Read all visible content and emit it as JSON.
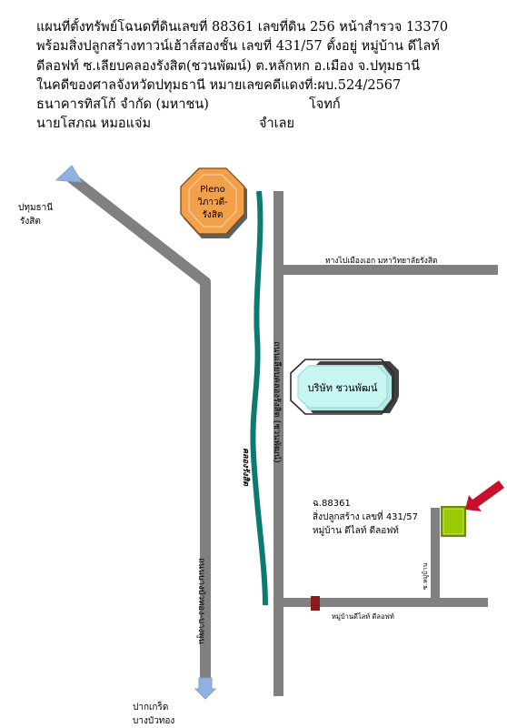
{
  "header": {
    "line1": "แผนที่ตั้งทรัพย์โฉนดที่ดินเลขที่ 88361  เลขที่ดิน 256 หน้าสำรวจ 13370",
    "line2": "พร้อมสิ่งปลูกสร้างทาวน์เฮ้าส์สองชั้น เลขที่ 431/57 ตั้งอยู่ หมู่บ้าน ดีไลท์",
    "line3": "ดีลอฟท์    ซ.เลียบคลองรังสิต(ชวนพัฒน์) ต.หลักหก อ.เมือง จ.ปทุมธานี",
    "line4": "ในคดีของศาลจังหวัดปทุมธานี  หมายเลขคดีแดงที่:ผบ.524/2567",
    "plaintiff": "ธนาคารทิสโก้ จำกัด (มหาชน)",
    "plaintiff_role": "โจทก์",
    "defendant": "นายโสภณ หมอแจ่ม",
    "defendant_role": "จำเลย"
  },
  "map": {
    "top_direction_line1": "ปทุมธานี",
    "top_direction_line2": "รังสิต",
    "bottom_direction_line1": "ปากเกร็ด",
    "bottom_direction_line2": "บางบัวทอง",
    "main_road_label": "ถนนบางบัวทอง-บางพูน",
    "canal_label": "คลองรังสิต",
    "side_road_label": "ถนนเลียบคลองรังสิต (ชวนพัฒน์)",
    "east_road_label": "ทางไปเมืองเอก มหาวิทยาลัยรังสิต",
    "pleno_label_line1": "Pleno",
    "pleno_label_line2": "วิภาวดี-",
    "pleno_label_line3": "รังสิต",
    "company_label": "บริษัท ชวนพัฒน์",
    "deed_label": "ฉ.88361",
    "building_label": "สิ่งปลูกสร้าง เลขที่ 431/57",
    "village_label": "หมู่บ้าน ดีไลท์ ดีลอฟท์",
    "village_road_label": "หมู่บ้านดีไลท์ ดีลอฟท์",
    "soi_label": "ซ.หมู่บ้าน",
    "colors": {
      "road": "#808080",
      "canal": "#0d7a72",
      "pleno_fill": "#f3a04b",
      "company_fill": "#c8f6f3",
      "target_fill": "#99cc00",
      "arrow": "#c8102e",
      "direction_arrow": "#8fb2e5",
      "gate": "#8b1a1a"
    }
  }
}
